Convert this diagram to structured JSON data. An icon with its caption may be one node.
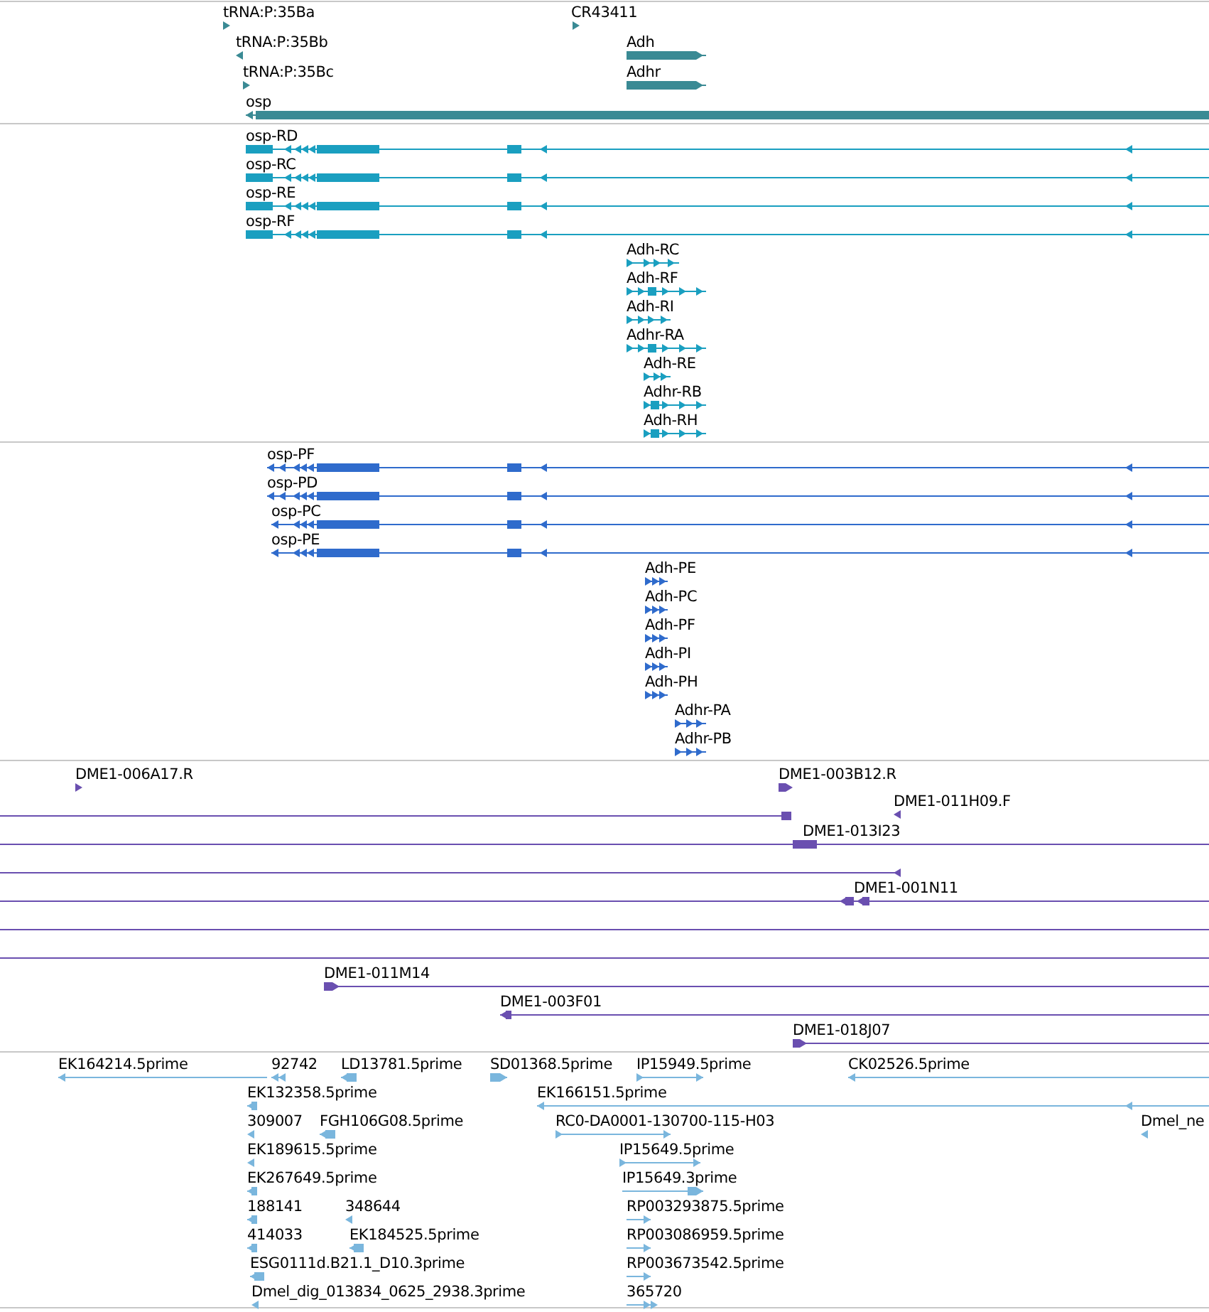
{
  "diagram": {
    "labels": [
      "tRNA:P:35Ba",
      "CR43411",
      "tRNA:P:35Bb",
      "Adh",
      "tRNA:P:35Bc",
      "Adhr",
      "osp",
      "osp-RD",
      "osp-RC",
      "osp-RE",
      "osp-RF",
      "Adh-RC",
      "Adh-RF",
      "Adh-RI",
      "Adhr-RA",
      "Adh-RE",
      "Adhr-RB",
      "Adh-RH",
      "osp-PF",
      "osp-PD",
      "osp-PC",
      "osp-PE",
      "Adh-PE",
      "Adh-PC",
      "Adh-PF",
      "Adh-PI",
      "Adh-PH",
      "Adhr-PA",
      "Adhr-PB",
      "DME1-006A17.R",
      "DME1-003B12.R",
      "DME1-011H09.F",
      "DME1-013I23",
      "DME1-001N11",
      "DME1-011M14",
      "DME1-003F01",
      "DME1-018J07",
      "EK164214.5prime",
      "92742",
      "LD13781.5prime",
      "SD01368.5prime",
      "IP15949.5prime",
      "CK02526.5prime",
      "EK132358.5prime",
      "EK166151.5prime",
      "309007",
      "FGH106G08.5prime",
      "RC0-DA0001-130700-115-H03",
      "Dmel_ne",
      "EK189615.5prime",
      "IP15649.5prime",
      "EK267649.5prime",
      "IP15649.3prime",
      "188141",
      "348644",
      "RP003293875.5prime",
      "414033",
      "EK184525.5prime",
      "RP003086959.5prime",
      "ESG0111d.B21.1_D10.3prime",
      "RP003673542.5prime",
      "Dmel_dig_013834_0625_2938.3prime",
      "365720"
    ]
  }
}
